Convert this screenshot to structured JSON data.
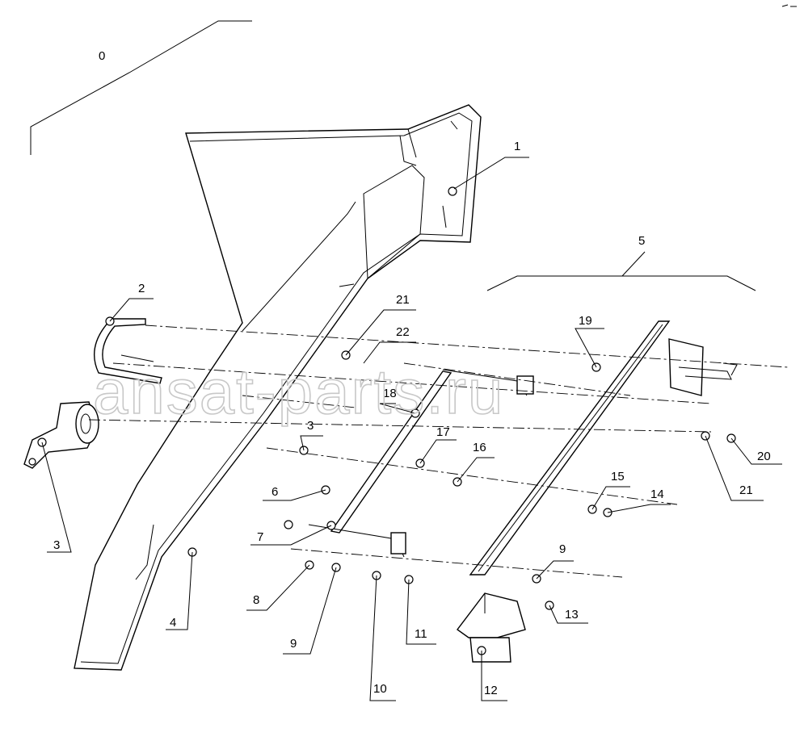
{
  "watermark": "ansat-parts.ru",
  "callouts": {
    "c0": "0",
    "c1": "1",
    "c2": "2",
    "c3a": "3",
    "c3b": "3",
    "c4": "4",
    "c5": "5",
    "c6": "6",
    "c7": "7",
    "c8": "8",
    "c9a": "9",
    "c9b": "9",
    "c10": "10",
    "c11": "11",
    "c12": "12",
    "c13": "13",
    "c14": "14",
    "c15": "15",
    "c16": "16",
    "c17": "17",
    "c18": "18",
    "c19": "19",
    "c20": "20",
    "c21a": "21",
    "c21b": "21",
    "c22": "22"
  }
}
